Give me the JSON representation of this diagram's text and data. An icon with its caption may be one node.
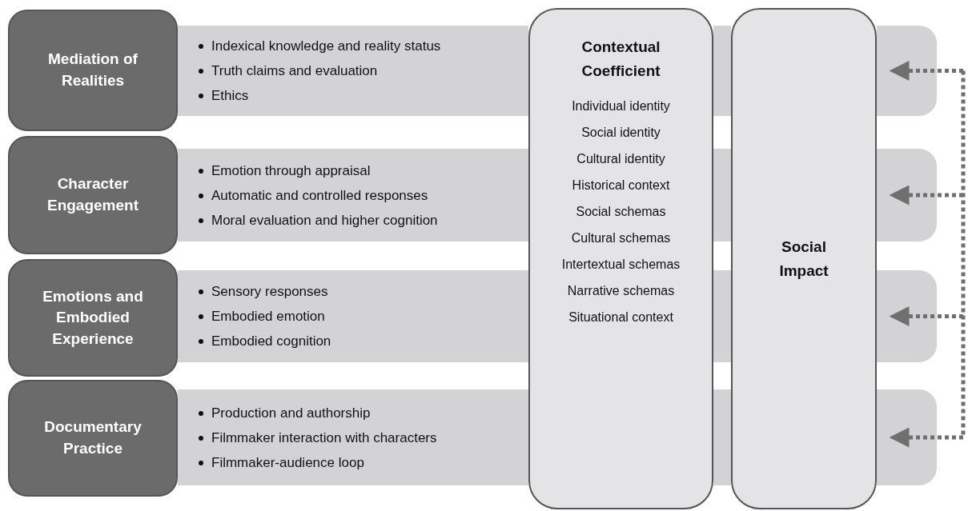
{
  "diagram": {
    "nodes": [
      {
        "text": [
          "Mediation of Realities"
        ]
      },
      {
        "text": [
          "Indexical knowledge and reality status",
          "Truth claims and evaluation",
          "Ethics"
        ]
      },
      {
        "text": [
          "Character Engagement"
        ]
      },
      {
        "text": [
          "Emotion through appraisal",
          "Automatic and controlled responses",
          "Moral evaluation and higher cognition"
        ]
      },
      {
        "text": [
          "Emotions and Embodied Experience"
        ]
      },
      {
        "text": [
          "Sensory responses",
          "Embodied emotion",
          "Embodied cognition"
        ]
      },
      {
        "text": [
          "Documentary Practice"
        ]
      },
      {
        "text": [
          "Production and authorship",
          "Filmmaker interaction with characters",
          "Filmmaker-audience loop"
        ]
      },
      {
        "text": [
          "Contextual Coefficient",
          "Individual identity",
          "Social identity",
          "Cultural identity",
          "Historical context",
          "Social schemas",
          "Cultural schemas",
          "Intertextual schemas",
          "Narrative schemas",
          "Situational context"
        ]
      },
      {
        "text": [
          "Social Impact"
        ]
      },
      {
        "text": [],
        "shape": "bar"
      },
      {
        "text": [],
        "shape": "bar"
      },
      {
        "text": [],
        "shape": "bar"
      },
      {
        "text": [],
        "shape": "bar"
      },
      {
        "text": [],
        "shape": "bar"
      },
      {
        "text": [],
        "shape": "bar"
      },
      {
        "text": [],
        "shape": "bar"
      },
      {
        "text": [],
        "shape": "bar"
      }
    ],
    "edges": [
      {
        "from": null,
        "to": 11,
        "arrow": "to",
        "style": "dashed"
      },
      {
        "from": null,
        "to": 13,
        "arrow": "to",
        "style": "dashed"
      },
      {
        "from": null,
        "to": 15,
        "arrow": "to",
        "style": "dashed"
      },
      {
        "from": null,
        "to": 17,
        "arrow": "to",
        "style": "dashed"
      }
    ]
  }
}
